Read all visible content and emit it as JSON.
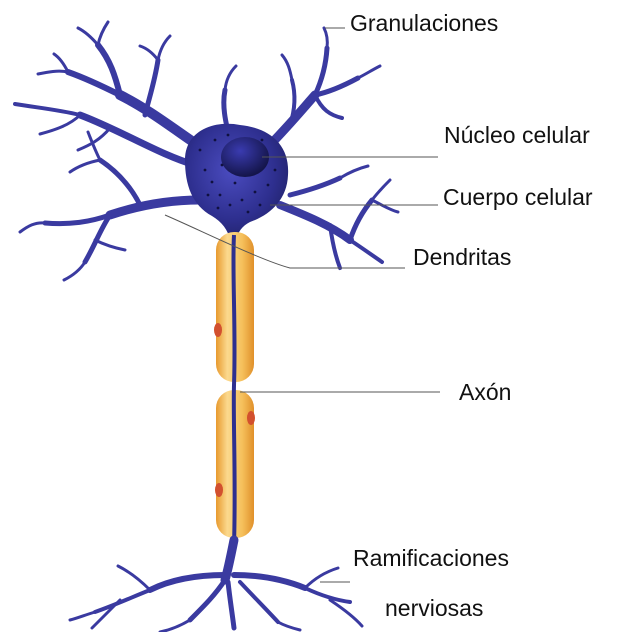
{
  "labels": {
    "granulaciones": "Granulaciones",
    "nucleo": "Núcleo celular",
    "cuerpo": "Cuerpo celular",
    "dendritas": "Dendritas",
    "axon": "Axón",
    "ramificaciones_line1": "Ramificaciones",
    "ramificaciones_line2": "nerviosas"
  },
  "colors": {
    "neuron_body": "#2e2f8f",
    "neuron_dark": "#1b1c5e",
    "nucleus": "#14154a",
    "dendrite": "#3a3aa0",
    "myelin": "#f2b24a",
    "myelin_light": "#fbd98e",
    "myelin_spot": "#d2502e",
    "leader_line": "#555555"
  }
}
